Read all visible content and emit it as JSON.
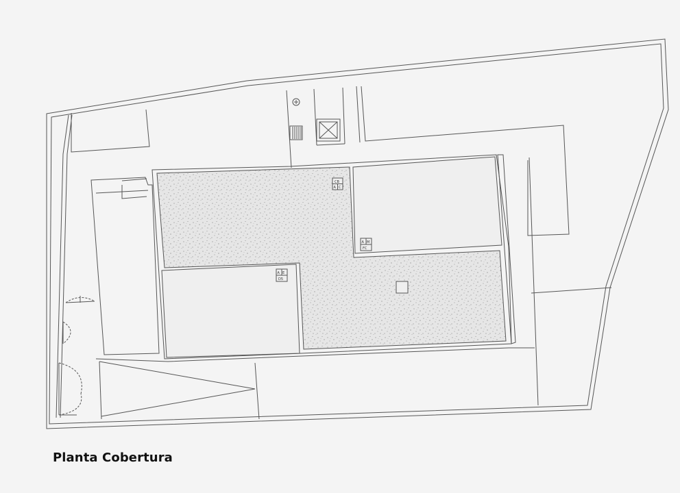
{
  "plan": {
    "title": "Planta Cobertura",
    "tags": {
      "tag_top": [
        "CB",
        "A",
        "C"
      ],
      "tag_mid": [
        "A",
        "M",
        "FC"
      ],
      "tag_left": [
        "A",
        "E",
        "D5"
      ]
    }
  },
  "colors": {
    "background": "#f4f4f4",
    "line": "#555555",
    "gravel_fill": "#e6e6e6",
    "text": "#111111"
  }
}
